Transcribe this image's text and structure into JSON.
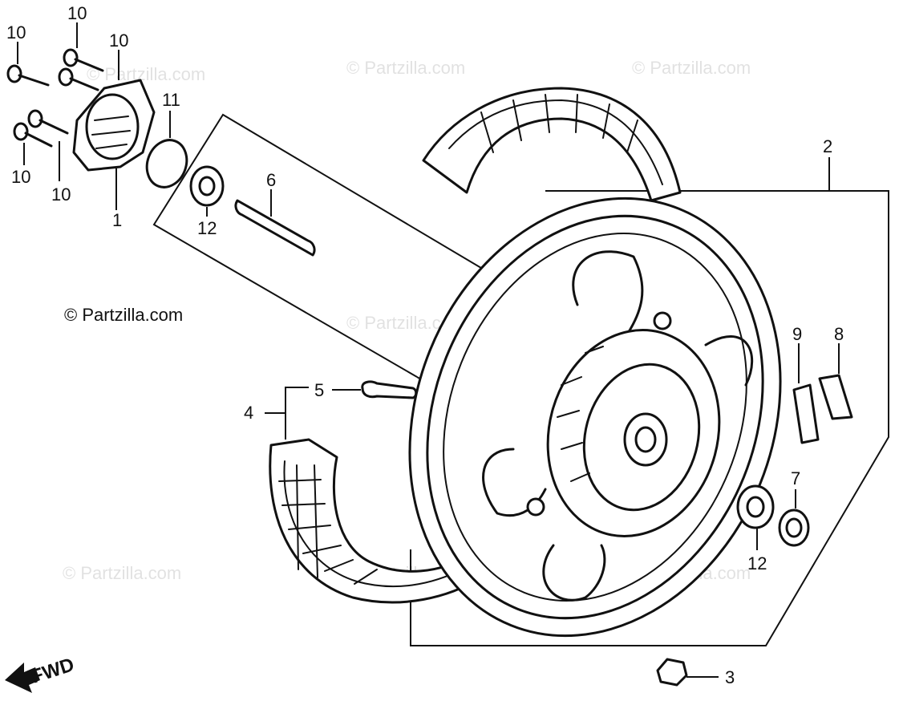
{
  "diagram": {
    "watermark": "© Partzilla.com",
    "direction_label": "FWD",
    "callouts": {
      "c1": "1",
      "c2": "2",
      "c3": "3",
      "c4": "4",
      "c5": "5",
      "c6": "6",
      "c7": "7",
      "c8": "8",
      "c9": "9",
      "c10a": "10",
      "c10b": "10",
      "c10c": "10",
      "c10d": "10",
      "c10e": "10",
      "c11": "11",
      "c12a": "12",
      "c12b": "12"
    },
    "colors": {
      "ink": "#111111",
      "paper": "#ffffff"
    }
  }
}
